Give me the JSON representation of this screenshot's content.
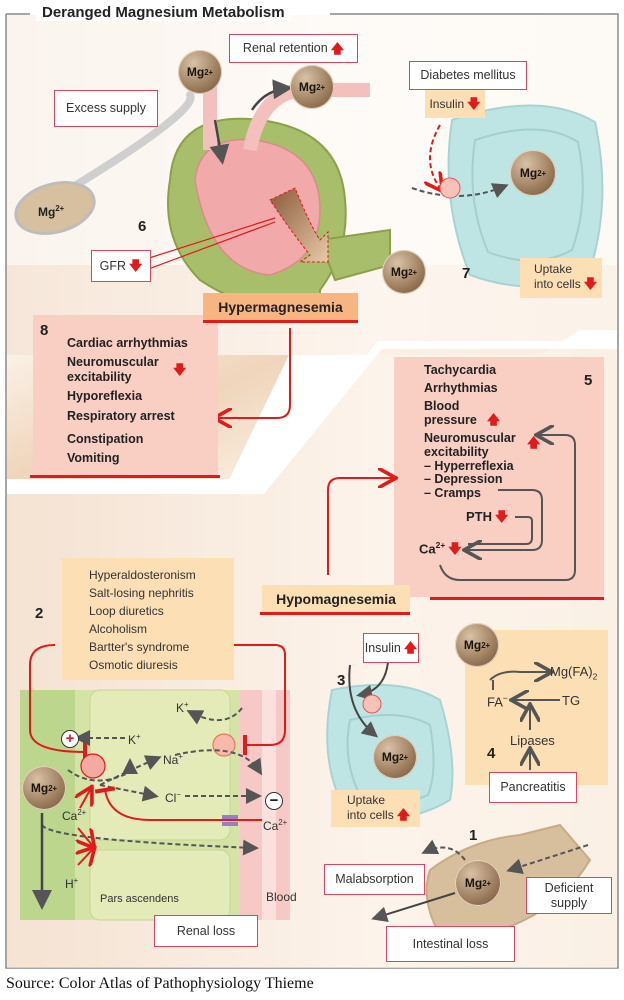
{
  "title": "Deranged Magnesium Metabolism",
  "source": "Source: Color Atlas of Pathophysiology Thieme",
  "ion": "Mg",
  "ion_charge": "2+",
  "colors": {
    "accent_red": "#e01b1b",
    "box_border": "#d9475e",
    "pink_panel": "#f9cfc3",
    "tan_box": "#fcdfb5",
    "hyper_header": "#f7b681",
    "background_warm": "#f1dcc7"
  },
  "hypermagnesemia": {
    "header": "Hypermagnesemia",
    "section6": {
      "number": "6",
      "excess_supply": "Excess supply",
      "renal_retention": "Renal retention",
      "renal_retention_dir": "up",
      "gfr": "GFR",
      "gfr_dir": "down"
    },
    "section7": {
      "number": "7",
      "diabetes": "Diabetes mellitus",
      "insulin": "Insulin",
      "insulin_dir": "down",
      "uptake_line1": "Uptake",
      "uptake_line2": "into cells",
      "uptake_dir": "down"
    },
    "section8": {
      "number": "8",
      "items": [
        "Cardiac arrhythmias",
        "Neuromuscular excitability",
        "Hyporeflexia",
        "Respiratory arrest",
        "Constipation",
        "Vomiting"
      ],
      "neuromuscular_line1": "Neuromuscular",
      "neuromuscular_line2": "excitability",
      "neuromuscular_dir": "down"
    }
  },
  "hypomagnesemia": {
    "header": "Hypomagnesemia",
    "section5": {
      "number": "5",
      "tachycardia": "Tachycardia",
      "arrhythmias": "Arrhythmias",
      "blood_line1": "Blood",
      "blood_line2": "pressure",
      "blood_dir": "up",
      "neuro_line1": "Neuromuscular",
      "neuro_line2": "excitability",
      "neuro_dir": "up",
      "hyperreflexia": "– Hyperreflexia",
      "depression": "– Depression",
      "cramps": "– Cramps",
      "pth": "PTH",
      "pth_dir": "down",
      "ca": "Ca",
      "ca_charge": "2+",
      "ca_dir": "down"
    },
    "section2": {
      "number": "2",
      "causes": [
        "Hyperaldosteronism",
        "Salt-losing nephritis",
        "Loop diuretics",
        "Alcoholism",
        "Bartter's syndrome",
        "Osmotic diuresis"
      ],
      "ions": {
        "k1": "K",
        "k1_charge": "+",
        "k2": "K",
        "k2_charge": "+",
        "na": "Na",
        "na_charge": "+",
        "cl": "Cl",
        "cl_charge": "−",
        "ca_left": "Ca",
        "ca_left_charge": "2+",
        "ca_right": "Ca",
        "ca_right_charge": "2+",
        "h": "H",
        "h_charge": "+"
      },
      "plus_symbol": "+",
      "minus_symbol": "−",
      "pars_ascendens": "Pars ascendens",
      "blood": "Blood",
      "renal_loss": "Renal loss"
    },
    "section3": {
      "number": "3",
      "insulin": "Insulin",
      "insulin_dir": "up",
      "uptake_line1": "Uptake",
      "uptake_line2": "into cells",
      "uptake_dir": "up"
    },
    "section4": {
      "number": "4",
      "mg_fa": "Mg(FA)",
      "mg_fa_sub": "2",
      "fa": "FA",
      "fa_charge": "−",
      "tg": "TG",
      "lipases": "Lipases",
      "pancreatitis": "Pancreatitis"
    },
    "section1": {
      "number": "1",
      "malabsorption": "Malabsorption",
      "deficient_line1": "Deficient",
      "deficient_line2": "supply",
      "intestinal_loss": "Intestinal loss"
    }
  },
  "arrows": {
    "up": "🡅",
    "down": "🡇"
  }
}
